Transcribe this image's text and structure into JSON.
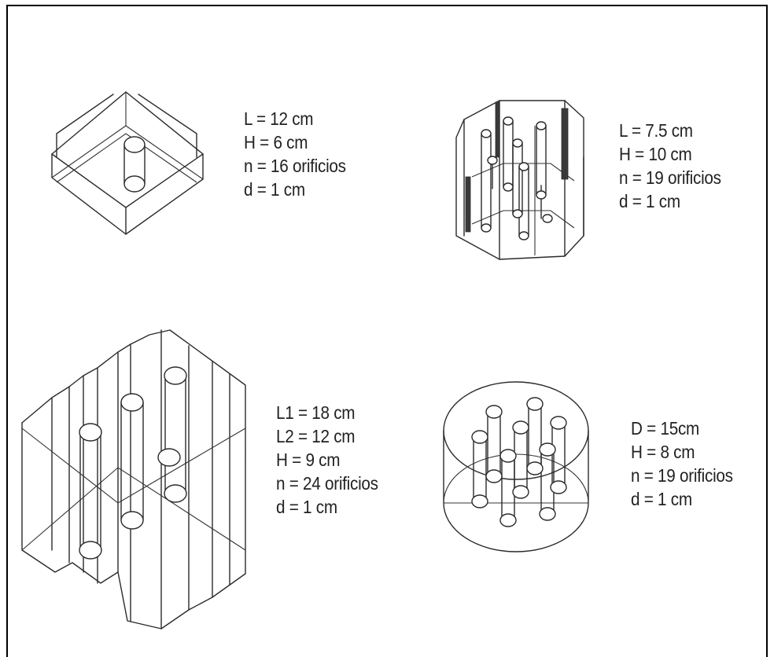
{
  "figures": [
    {
      "id": "shape-a",
      "specs": [
        "L = 12 cm",
        "H = 6 cm",
        "n = 16 orificios",
        "d = 1 cm"
      ]
    },
    {
      "id": "shape-b",
      "specs": [
        "L = 7.5 cm",
        "H = 10 cm",
        "n = 19 orificios",
        "d = 1 cm"
      ]
    },
    {
      "id": "shape-c",
      "specs": [
        "L1 = 18 cm",
        "L2 = 12 cm",
        "H = 9 cm",
        "n = 24 orificios",
        "d = 1 cm"
      ]
    },
    {
      "id": "shape-d",
      "specs": [
        "D = 15cm",
        "H = 8 cm",
        "n = 19 orificios",
        "d = 1 cm"
      ]
    }
  ]
}
